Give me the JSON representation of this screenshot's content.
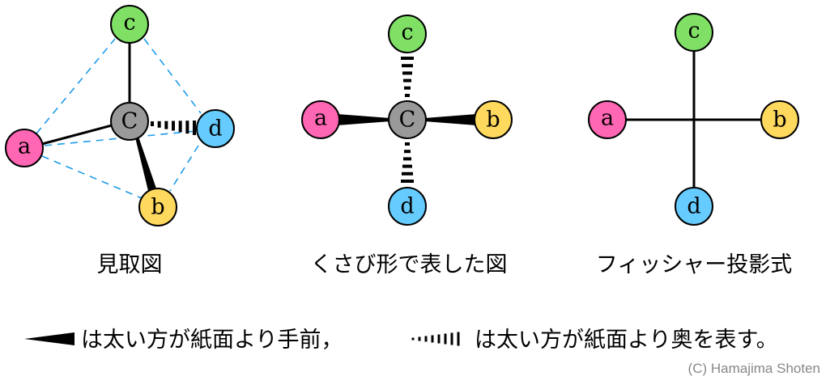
{
  "colors": {
    "a": "#ff66b3",
    "b": "#ffd95e",
    "c": "#80e066",
    "d": "#66ccff",
    "C": "#999999",
    "dashed": "#1e9be8"
  },
  "atoms": {
    "a": "a",
    "b": "b",
    "c": "c",
    "d": "d",
    "C": "C"
  },
  "captions": {
    "perspective": "見取図",
    "wedge": "くさび形で表した図",
    "fischer": "フィッシャー投影式"
  },
  "legend": {
    "wedge_text": "は太い方が紙面より手前，",
    "hash_text": "は太い方が紙面より奥を表す。"
  },
  "copyright": "(C) Hamajima Shoten"
}
